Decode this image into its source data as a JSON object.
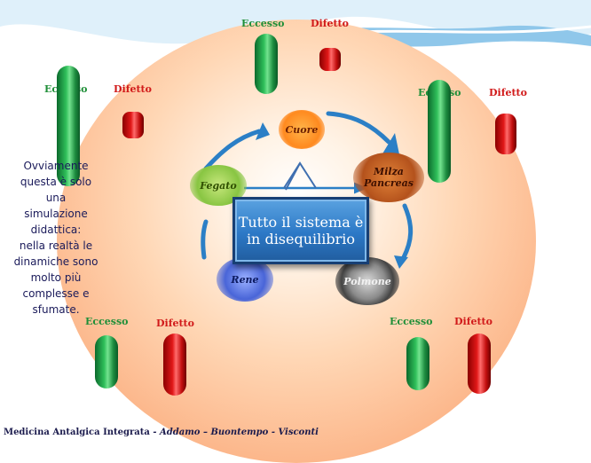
{
  "labels": {
    "eccesso": "Eccesso",
    "difetto": "Difetto"
  },
  "organs": {
    "cuore": "Cuore",
    "fegato": "Fegato",
    "milza": "Milza",
    "pancreas": "Pancreas",
    "rene": "Rene",
    "polmone": "Polmone"
  },
  "center": {
    "line1": "Tutto il sistema è",
    "line2": "in disequilibrio"
  },
  "side_note": {
    "lines": [
      "Ovviamente",
      "questa è solo una",
      "simulazione",
      "didattica:",
      "nella realtà le",
      "dinamiche sono",
      "molto più",
      "complesse e",
      "sfumate."
    ]
  },
  "footer": {
    "left": "Medicina Antalgica  Integrata",
    "authors": "- Addamo – Buontempo - Visconti"
  },
  "colors": {
    "excess": "#1f8f38",
    "deficit": "#d11a1a",
    "box": "#2c78c6"
  }
}
